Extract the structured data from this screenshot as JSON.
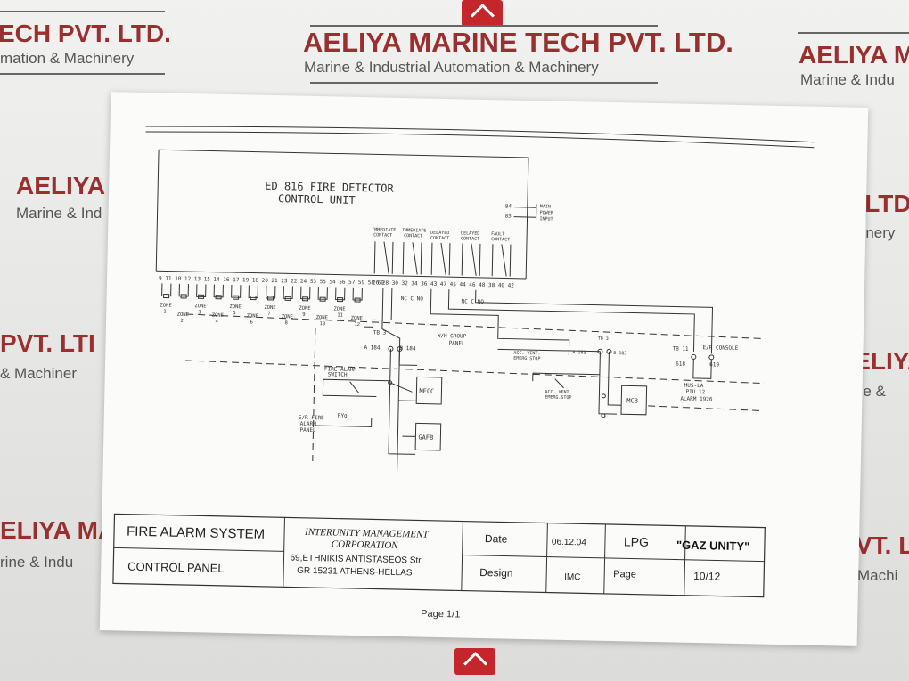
{
  "watermark": {
    "company": "AELIYA MARINE TECH PVT. LTD.",
    "tagline": "Marine & Industrial Automation & Machinery",
    "frag_tl_company": "ECH PVT. LTD.",
    "frag_tl_tagline": "mation & Machinery",
    "frag_tr_company": "AELIYA MA",
    "frag_tr_tagline": "Marine & Indu",
    "frag_l1_company": "AELIYA M",
    "frag_l1_tagline": "Marine & Ind",
    "frag_r1_company": "VT. LTD.",
    "frag_r1_tagline": "Machinery",
    "frag_l2_company": "PVT. LTI",
    "frag_l2_tagline": "& Machiner",
    "frag_r2_company": "AELIYA",
    "frag_r2_tagline": "arine &",
    "frag_l3_company": "ELIYA MA",
    "frag_l3_tagline": "rine & Indu",
    "frag_r3_company": "VT. LT",
    "frag_r3_tagline": "Machi"
  },
  "diagram": {
    "title_line1": "ED 816 FIRE DETECTOR",
    "title_line2": "CONTROL UNIT",
    "mains_terms": [
      "84",
      "83"
    ],
    "mains_label": [
      "MAIN",
      "POWER",
      "INPUT"
    ],
    "left_terminals": "9 11 10 12 13 15 14 16 17 19 18 20 21 23 22 24 53 55 54 56 57 59 58 60",
    "right_terminals": "26 28 30   32 34 36   43 47 45   44 46 48   38 40 42",
    "contacts": [
      [
        "IMMEDIATE",
        "CONTACT"
      ],
      [
        "IMMEDIATE",
        "CONTACT"
      ],
      [
        "DELAYED",
        "CONTACT"
      ],
      [
        "DELAYED",
        "CONTACT"
      ],
      [
        "FAULT",
        "CONTACT"
      ]
    ],
    "nc_c_no_a": "NC C NO",
    "nc_c_no_b": "NC C NO",
    "zones": [
      {
        "label": "ZONE",
        "num": "1"
      },
      {
        "label": "ZONE",
        "num": "2"
      },
      {
        "label": "ZONE",
        "num": "3"
      },
      {
        "label": "ZONE",
        "num": "4"
      },
      {
        "label": "ZONE",
        "num": "5"
      },
      {
        "label": "ZONE",
        "num": "6"
      },
      {
        "label": "ZONE",
        "num": "7"
      },
      {
        "label": "ZONE",
        "num": "8"
      },
      {
        "label": "ZONE",
        "num": "9"
      },
      {
        "label": "ZONE",
        "num": "10"
      },
      {
        "label": "ZONE",
        "num": "11"
      },
      {
        "label": "ZONE",
        "num": "12"
      }
    ],
    "tb3_left": "TB 3",
    "a184": "A 184",
    "b184": "B 184",
    "wh_group": "W/H GROUP",
    "wh_panel": "PANEL",
    "fire_alarm_switch": [
      "FIRE ALARM",
      "SWITCH"
    ],
    "mecc": "MECC",
    "gafb": "GAFB",
    "er_fire": [
      "E/R FIRE",
      "ALARM",
      "PANEL"
    ],
    "ryg": "RYg",
    "acc_vent_1": [
      "ACC. VENT.",
      "EMERG.STOP"
    ],
    "a183": "A 183",
    "tb3_right": "TB 3",
    "b183": "B 183",
    "acc_vent_2": [
      "ACC. VENT.",
      "EMERG.STOP"
    ],
    "mcb": "MCB",
    "tb11": "TB 11",
    "t618": "618",
    "t619": "619",
    "er_console": "E/R CONSOLE",
    "mus_la": [
      "MUS-LA",
      "PIU 12",
      "ALARM 1926"
    ]
  },
  "title_block": {
    "system": "FIRE ALARM SYSTEM",
    "panel": "CONTROL PANEL",
    "company_line1": "INTERUNITY MANAGEMENT",
    "company_line2": "CORPORATION",
    "address_line1": "69,ETHNIKIS ANTISTASEOS Str,",
    "address_line2": "GR 15231 ATHENS-HELLAS",
    "date_label": "Date",
    "date_value": "06.12.04",
    "design_label": "Design",
    "design_value": "IMC",
    "vessel_type": "LPG",
    "vessel_name": "\"GAZ UNITY\"",
    "page_label": "Page",
    "page_value": "10/12"
  },
  "footer": {
    "page": "Page 1/1"
  }
}
